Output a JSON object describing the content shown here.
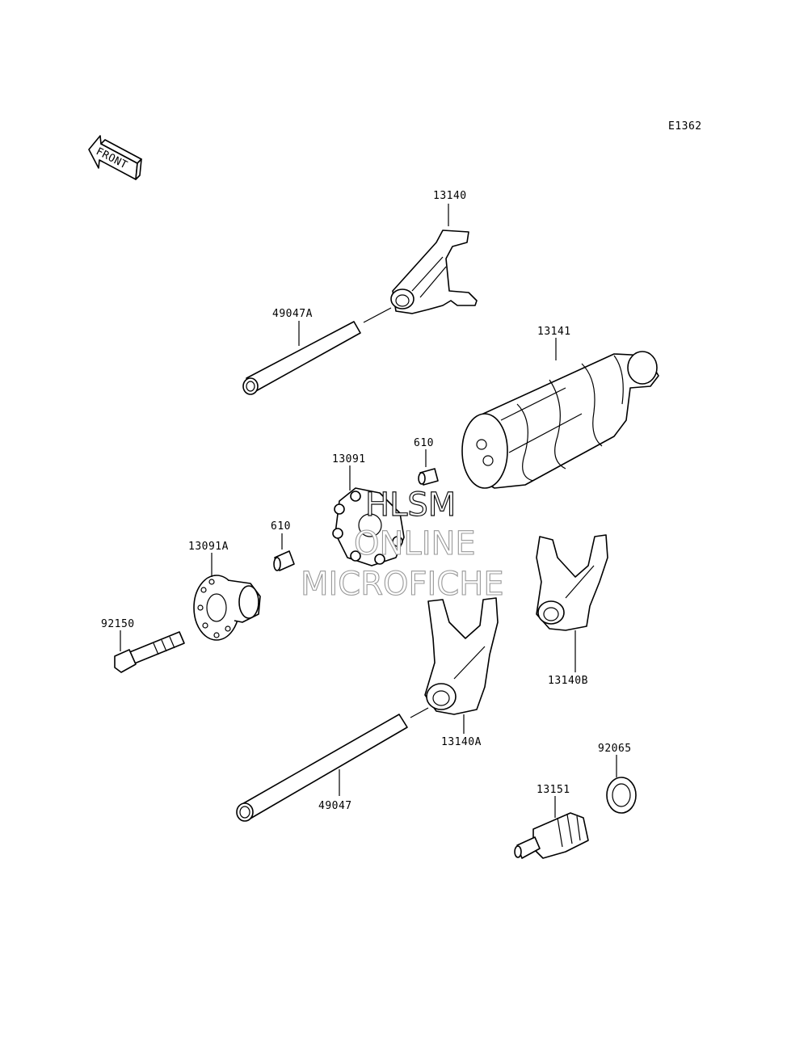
{
  "diagram": {
    "code": "E1362",
    "front_label": "FRONT",
    "parts": [
      {
        "id": "13140",
        "label": "13140"
      },
      {
        "id": "49047A",
        "label": "49047A"
      },
      {
        "id": "13141",
        "label": "13141"
      },
      {
        "id": "610-a",
        "label": "610"
      },
      {
        "id": "13091",
        "label": "13091"
      },
      {
        "id": "610-b",
        "label": "610"
      },
      {
        "id": "13091A",
        "label": "13091A"
      },
      {
        "id": "92150",
        "label": "92150"
      },
      {
        "id": "13140B",
        "label": "13140B"
      },
      {
        "id": "13140A",
        "label": "13140A"
      },
      {
        "id": "49047",
        "label": "49047"
      },
      {
        "id": "92065",
        "label": "92065"
      },
      {
        "id": "13151",
        "label": "13151"
      }
    ]
  },
  "watermark": {
    "line1": "HLSM",
    "line2": "ONLINE",
    "line3": "MICROFICHE"
  }
}
